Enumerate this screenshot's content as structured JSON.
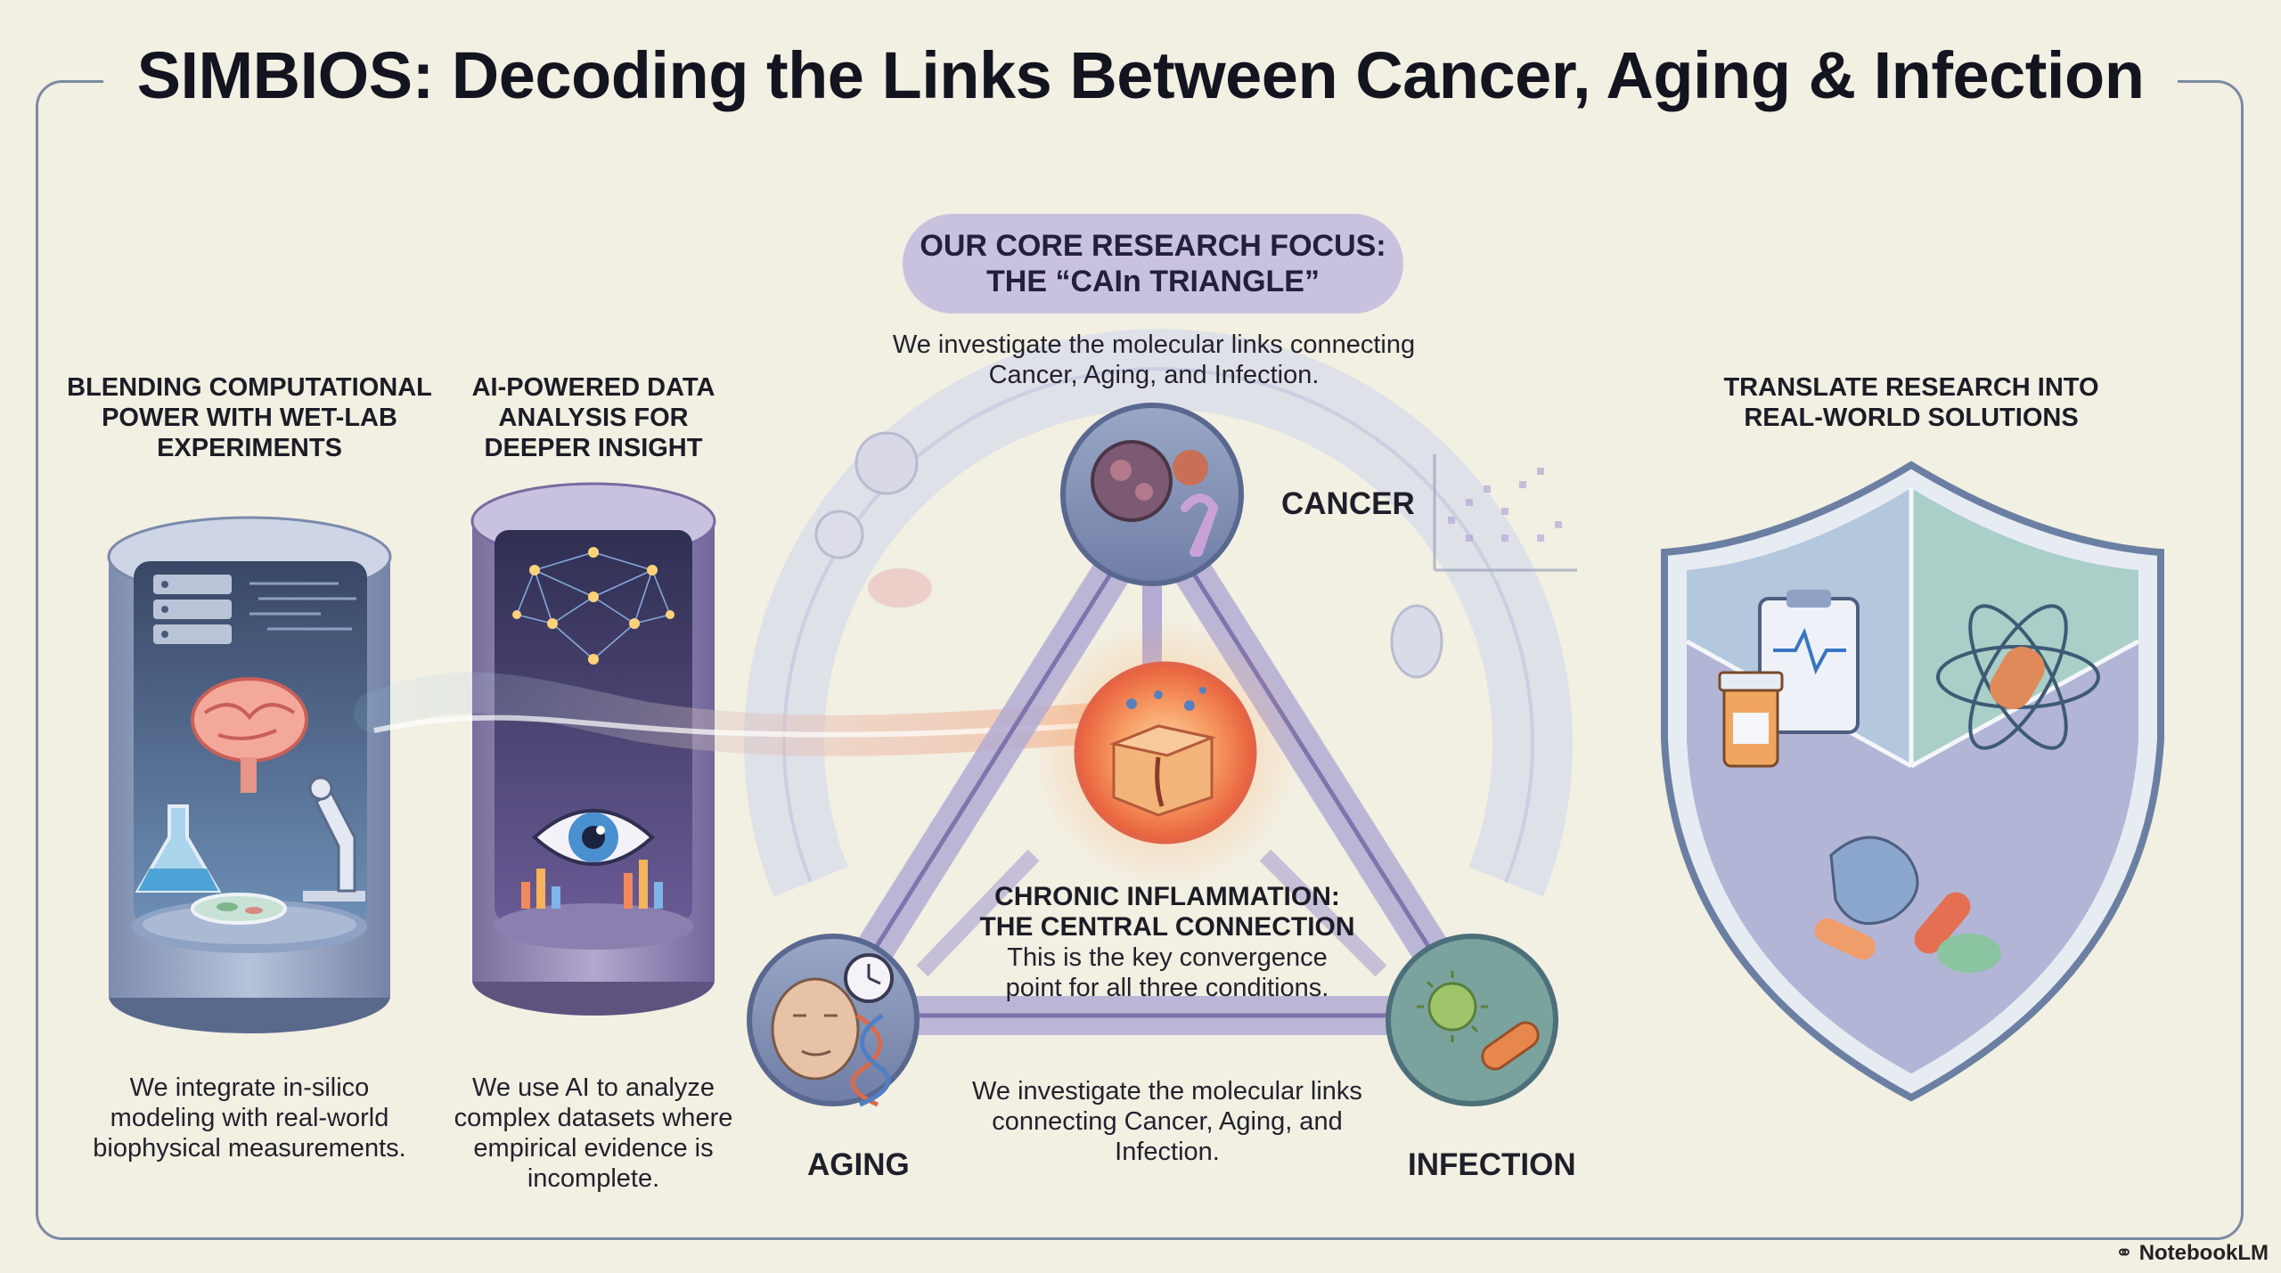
{
  "title": "SIMBIOS: Decoding the Links Between Cancer, Aging & Infection",
  "core": {
    "pill_line1": "OUR CORE RESEARCH FOCUS:",
    "pill_line2": "THE “CAIn TRIANGLE”",
    "desc_line1": "We investigate the molecular links connecting",
    "desc_line2": "Cancer, Aging, and Infection."
  },
  "left_panel": {
    "heading": [
      "BLENDING COMPUTATIONAL",
      "POWER WITH WET-LAB",
      "EXPERIMENTS"
    ],
    "body": [
      "We integrate in-silico",
      "modeling with real-world",
      "biophysical measurements."
    ]
  },
  "ai_panel": {
    "heading": [
      "AI-POWERED DATA",
      "ANALYSIS FOR",
      "DEEPER INSIGHT"
    ],
    "body": [
      "We use AI to analyze",
      "complex datasets where",
      "empirical evidence is",
      "incomplete."
    ]
  },
  "nodes": {
    "cancer": "CANCER",
    "aging": "AGING",
    "infection": "INFECTION"
  },
  "center": {
    "heading": [
      "CHRONIC INFLAMMATION:",
      "THE CENTRAL CONNECTION"
    ],
    "body": [
      "This is the key convergence",
      "point for all three conditions."
    ]
  },
  "bottom_desc": [
    "We investigate the molecular links",
    "connecting Cancer, Aging, and",
    "Infection."
  ],
  "right_panel": {
    "heading": [
      "TRANSLATE RESEARCH INTO",
      "REAL-WORLD SOLUTIONS"
    ]
  },
  "brand": "NotebookLM",
  "colors": {
    "background": "#f2efe3",
    "frame": "#7d8aa3",
    "pill": "#c9c2de",
    "triangle": "#8e84b8",
    "inflammation": "#f07a4a"
  }
}
